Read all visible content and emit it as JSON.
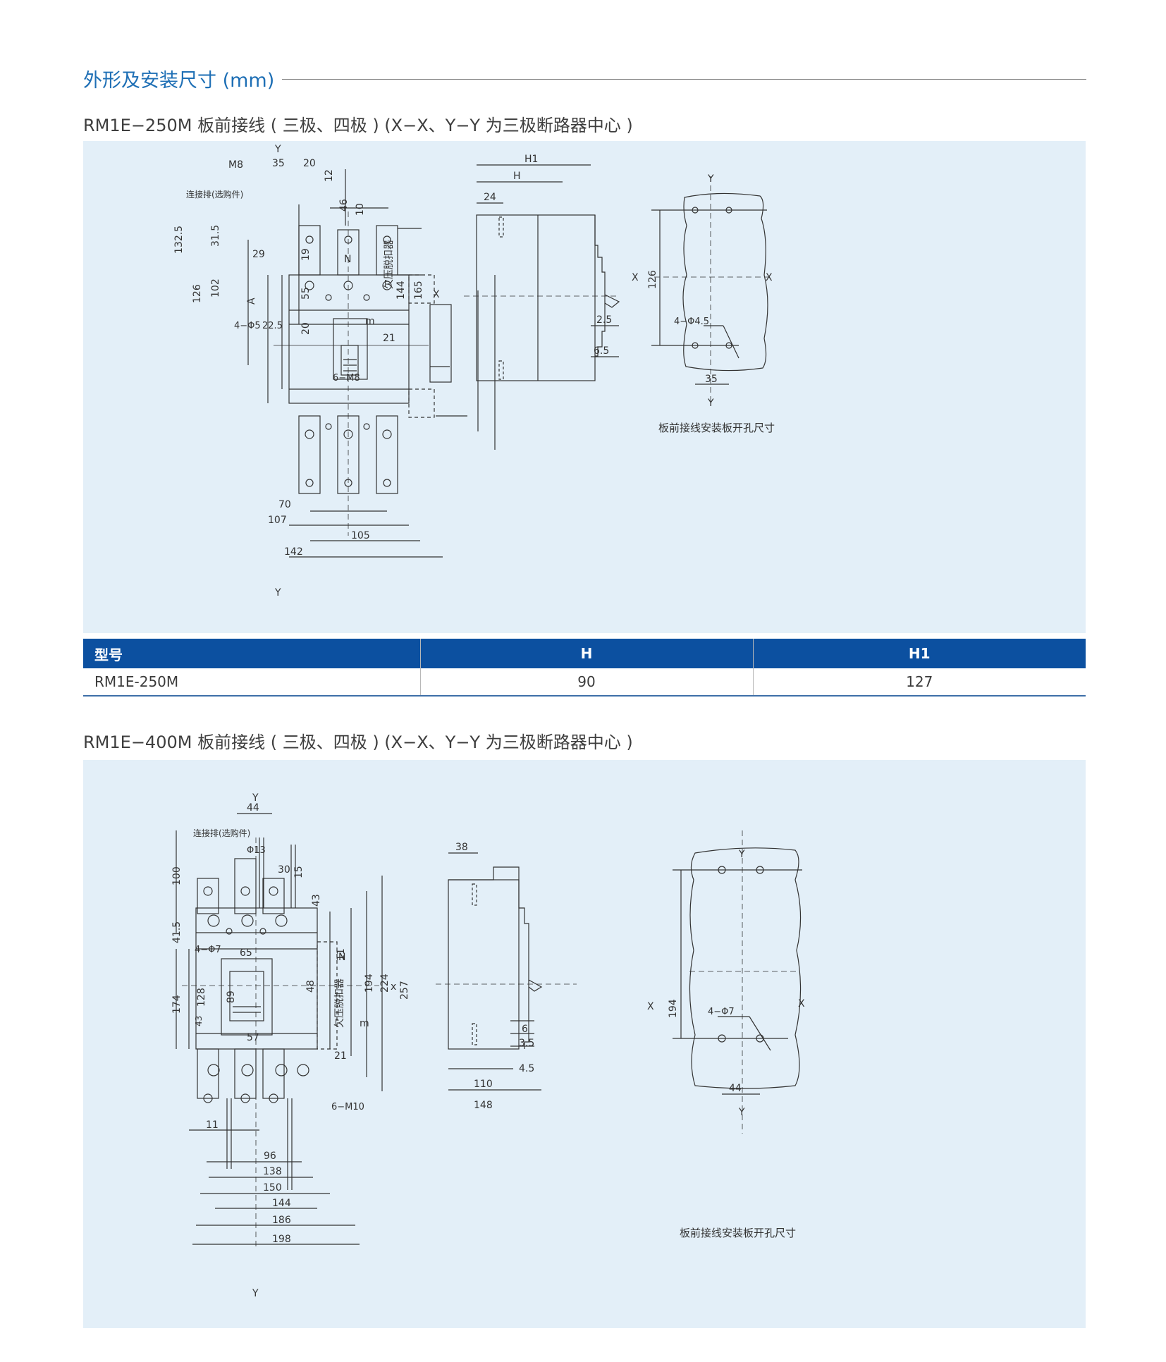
{
  "header": {
    "title": "外形及安装尺寸 (mm)"
  },
  "section1": {
    "subtitle": "RM1E−250M 板前接线 ( 三极、四极 )   (X−X、Y−Y 为三极断路器中心 )",
    "front_view": {
      "labels": [
        "Y",
        "M8",
        "35",
        "20",
        "12",
        "连接排(选购件)",
        "46",
        "10",
        "132.5",
        "31.5",
        "29",
        "19",
        "N",
        "欠压脱扣器",
        "126",
        "102",
        "A",
        "55",
        "144",
        "165",
        "X",
        "m",
        "4−Φ5",
        "22.5",
        "20",
        "21",
        "6−M8",
        "70",
        "107",
        "105",
        "142",
        "Y"
      ]
    },
    "side_view": {
      "labels": [
        "H1",
        "H",
        "24",
        "2.5",
        "6.5"
      ]
    },
    "cutout": {
      "labels": [
        "Y",
        "X",
        "126",
        "X",
        "4−Φ4.5",
        "35",
        "Y"
      ],
      "caption": "板前接线安装板开孔尺寸"
    }
  },
  "table": {
    "headers": [
      "型号",
      "H",
      "H1"
    ],
    "rows": [
      [
        "RM1E-250M",
        "90",
        "127"
      ]
    ]
  },
  "section2": {
    "subtitle": "RM1E−400M 板前接线 ( 三极、四极 )   (X−X、Y−Y 为三极断路器中心 )",
    "front_view": {
      "labels": [
        "Y",
        "44",
        "连接排(选购件)",
        "Φ13",
        "30",
        "15",
        "100",
        "43",
        "41.5",
        "4−Φ7",
        "65",
        "N",
        "11",
        "欠压脱扣器",
        "174",
        "128",
        "89",
        "48",
        "194",
        "224",
        "257",
        "x",
        "43",
        "57",
        "m",
        "21",
        "6−M10",
        "11",
        "96",
        "138",
        "150",
        "144",
        "186",
        "198",
        "Y"
      ]
    },
    "side_view": {
      "labels": [
        "38",
        "6",
        "3.5",
        "4.5",
        "110",
        "148"
      ]
    },
    "cutout": {
      "labels": [
        "Y",
        "X",
        "194",
        "X",
        "4−Φ7",
        "44",
        "Y"
      ],
      "caption": "板前接线安装板开孔尺寸"
    }
  }
}
